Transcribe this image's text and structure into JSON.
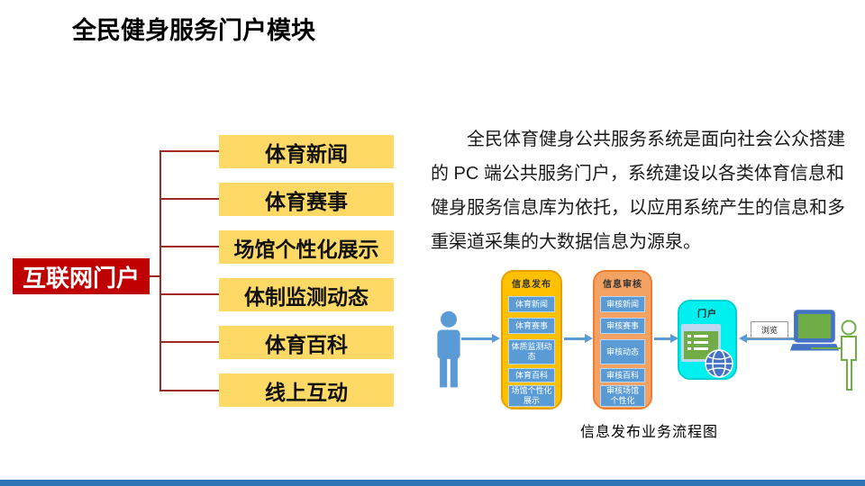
{
  "title": "全民健身服务门户模块",
  "tree": {
    "root": "互联网门户",
    "items": [
      "体育新闻",
      "体育赛事",
      "场馆个性化展示",
      "体制监测动态",
      "体育百科",
      "线上互动"
    ]
  },
  "description": "全民体育健身公共服务系统是面向社会公众搭建的 PC 端公共服务门户，系统建设以各类体育信息和健身服务信息库为依托，以应用系统产生的信息和多重渠道采集的大数据信息为源泉。",
  "flow": {
    "publish": {
      "title": "信息发布",
      "items": [
        "体育新闻",
        "体育赛事",
        "体质监测动态",
        "体育百科",
        "场馆个性化展示"
      ]
    },
    "review": {
      "title": "信息审核",
      "items": [
        "审核新闻",
        "审核赛事",
        "审核动态",
        "审核百科",
        "审核场馆个性化"
      ]
    },
    "portal": {
      "title": "门户"
    },
    "browse_label": "浏览",
    "caption": "信息发布业务流程图"
  },
  "colors": {
    "root_red": "#C00000",
    "leaf_gold": "#FFD966",
    "connector_red": "#9E2B23",
    "publish_gold": "#FFC000",
    "review_orange": "#F4A263",
    "portal_cyan": "#00EFEF",
    "flow_blue": "#5B9BD5",
    "icon_green": "#70AD47",
    "bottom_bar_blue": "#2E75B6"
  }
}
